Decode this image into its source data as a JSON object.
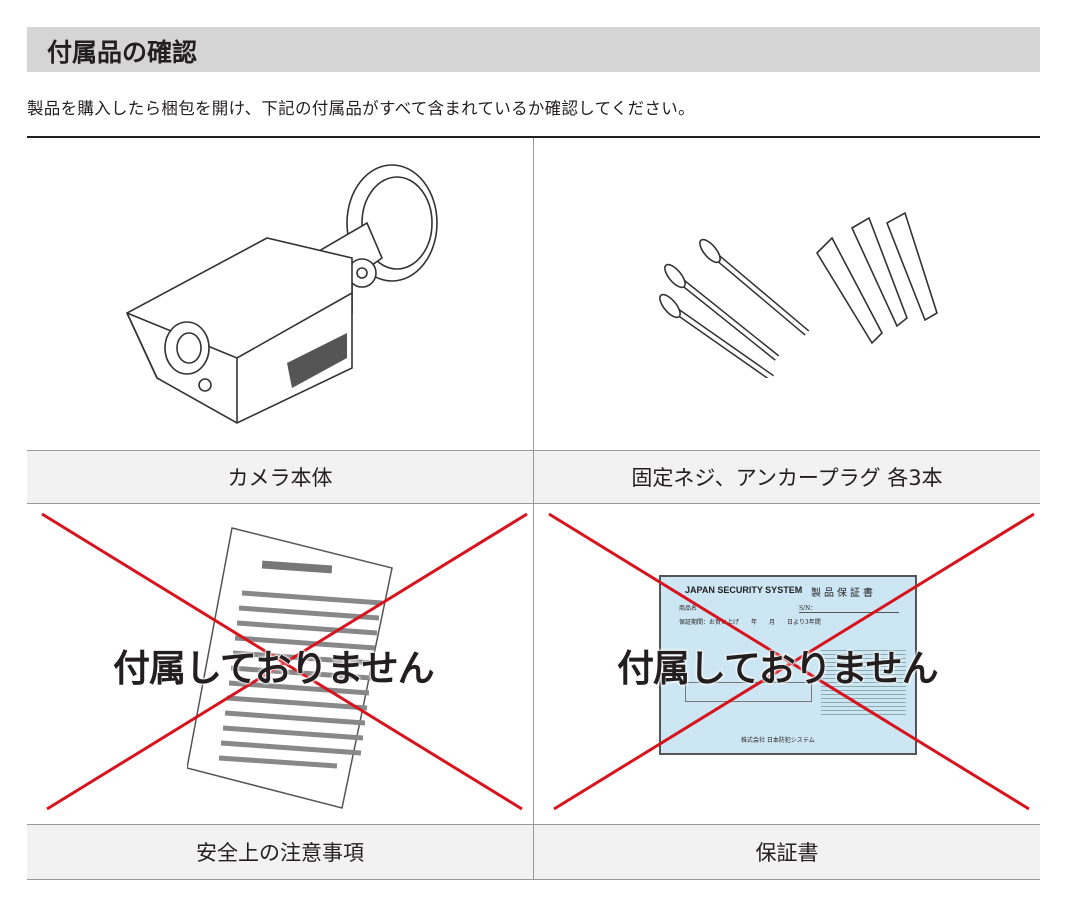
{
  "section": {
    "title": "付属品の確認",
    "intro": "製品を購入したら梱包を開け、下記の付属品がすべて含まれているか確認してください。"
  },
  "items": [
    {
      "label": "カメラ本体",
      "included": true,
      "icon": "bullet-camera-illustration"
    },
    {
      "label": "固定ネジ、アンカープラグ 各3本",
      "included": true,
      "icon": "screws-and-anchors-illustration"
    },
    {
      "label": "安全上の注意事項",
      "included": false,
      "icon": "document-illustration",
      "overlay": "付属しておりません"
    },
    {
      "label": "保証書",
      "included": false,
      "icon": "warranty-card-illustration",
      "overlay": "付属しておりません"
    }
  ],
  "warranty_card": {
    "brand": "JAPAN SECURITY SYSTEM",
    "title": "製品保証書",
    "product_name": "商品名",
    "serial": "S/N：",
    "period": "保証期間：お買い上げ　　年　　月　　日より3年間",
    "company": "株式会社 日本防犯システム"
  },
  "colors": {
    "header_bg": "#d5d5d5",
    "label_bg": "#f2f2f2",
    "cross": "#d7141e",
    "card_bg": "#cde6f3"
  }
}
